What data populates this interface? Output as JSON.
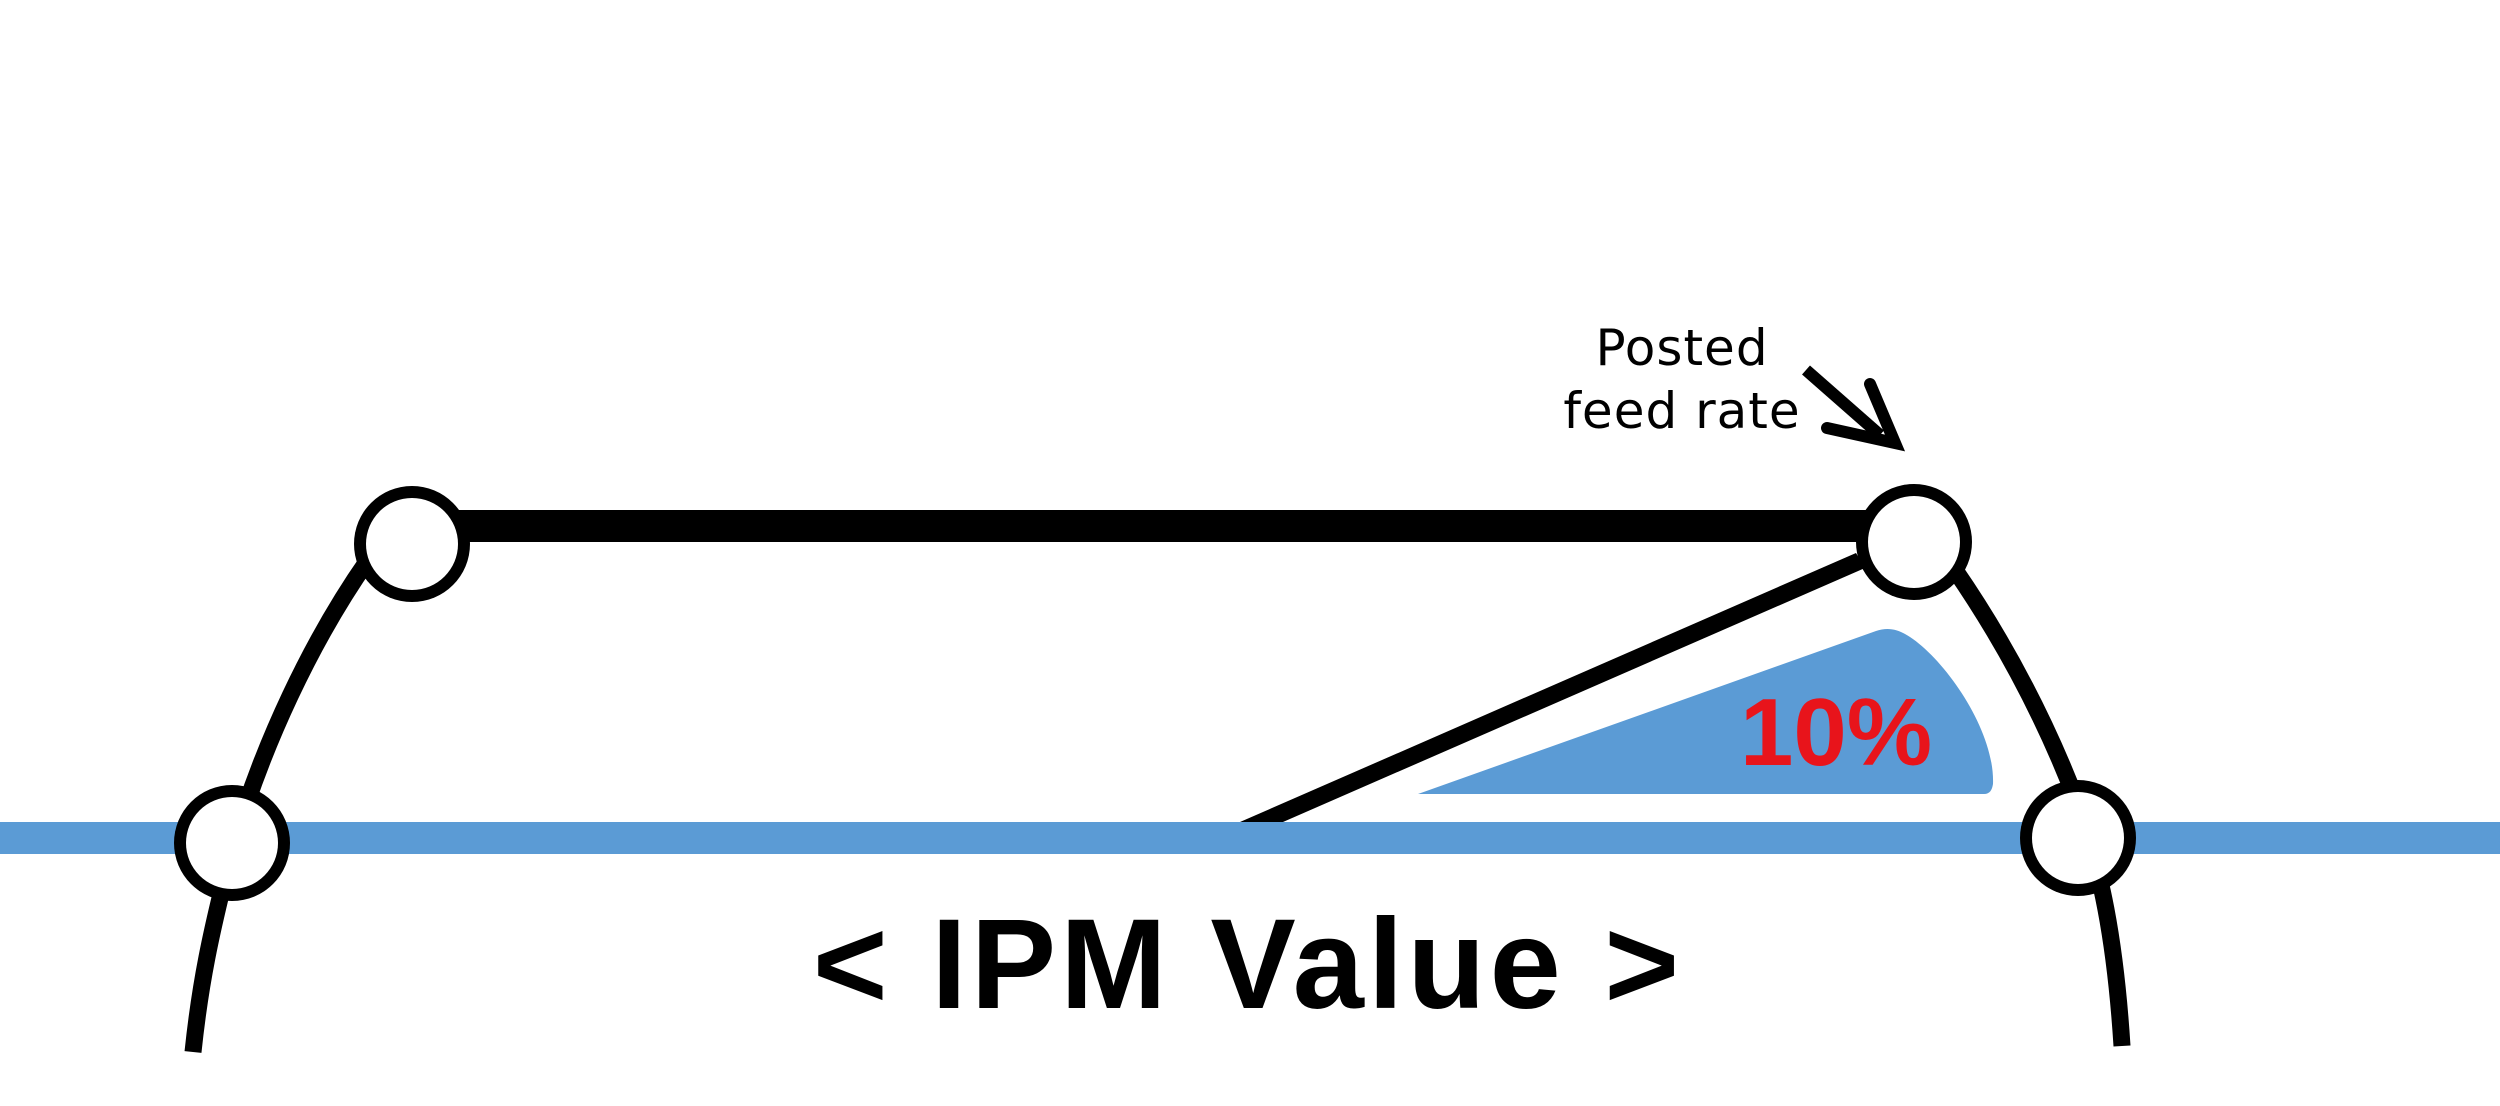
{
  "annotation": {
    "line1": "Posted",
    "line2": "feed rate"
  },
  "axis_label": "< IPM Value >",
  "percent_label": "10%",
  "colors": {
    "baseline": "#5b9bd5",
    "wedge": "#5b9bd5",
    "stroke": "#000000",
    "percent": "#e8141b",
    "node_fill": "#ffffff"
  },
  "icons": {
    "arrow": "arrow-down-right-icon"
  }
}
